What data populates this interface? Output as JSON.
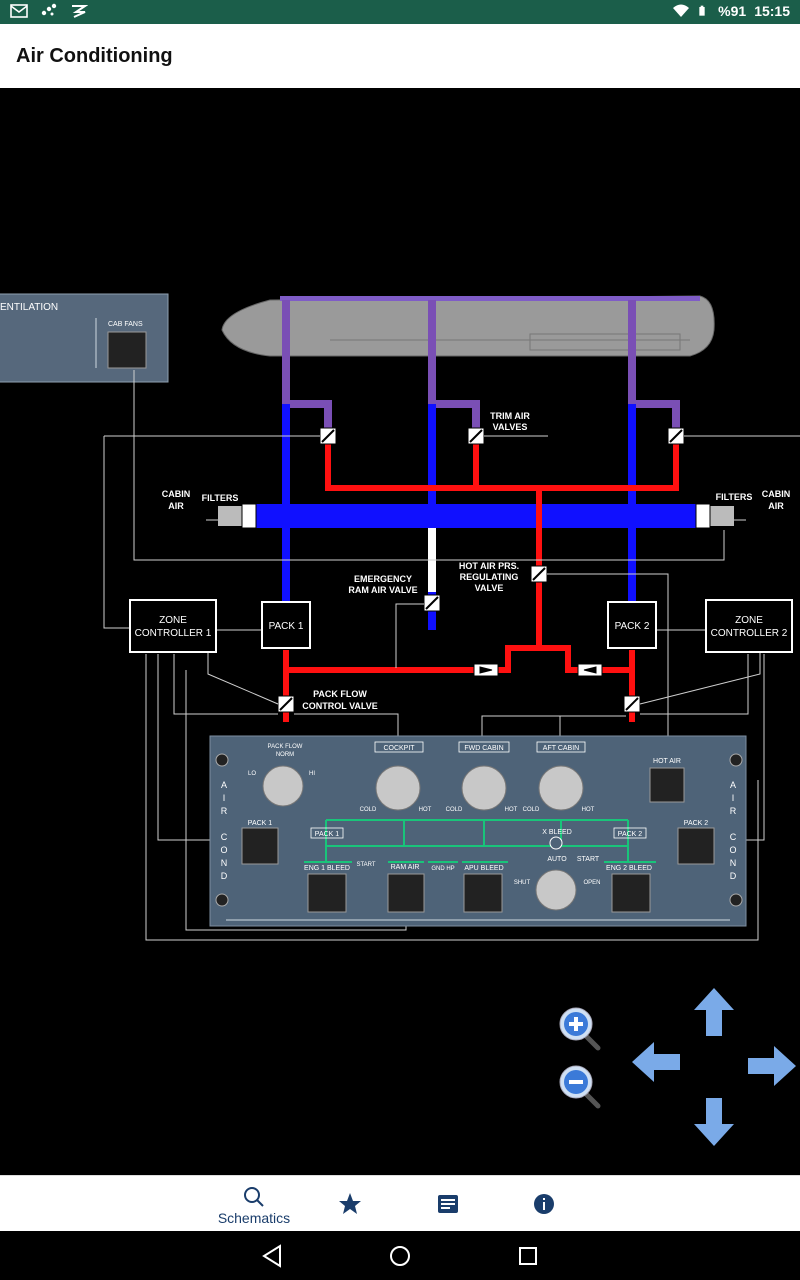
{
  "status_bar": {
    "battery": "%91",
    "time": "15:15",
    "icons": [
      "gmail-icon",
      "signal-dots-icon",
      "gesture-icon",
      "wifi-icon",
      "battery-icon"
    ]
  },
  "app_bar": {
    "title": "Air Conditioning"
  },
  "schematic": {
    "ventilation_panel": {
      "title": "ENTILATION",
      "cab_fans_label": "CAB FANS"
    },
    "labels": {
      "trim_air_valves": [
        "TRIM AIR",
        "VALVES"
      ],
      "cabin_air_left": [
        "CABIN",
        "AIR"
      ],
      "cabin_air_right": [
        "CABIN",
        "AIR"
      ],
      "filters_left": "FILTERS",
      "filters_right": "FILTERS",
      "emergency_ram_air_valve": [
        "EMERGENCY",
        "RAM AIR VALVE"
      ],
      "hot_air_prs_regulating_valve": [
        "HOT AIR PRS.",
        "REGULATING",
        "VALVE"
      ],
      "zone_controller_1": [
        "ZONE",
        "CONTROLLER 1"
      ],
      "zone_controller_2": [
        "ZONE",
        "CONTROLLER 2"
      ],
      "pack_1": "PACK 1",
      "pack_2": "PACK 2",
      "pack_flow_control_valve": [
        "PACK FLOW",
        "CONTROL VALVE"
      ]
    },
    "overhead_panel": {
      "side_label": [
        "A",
        "I",
        "R",
        "C",
        "O",
        "N",
        "D"
      ],
      "pack_flow": "PACK FLOW",
      "pack_flow_norm": "NORM",
      "pack_flow_lo": "LO",
      "pack_flow_hi": "HI",
      "cockpit": "COCKPIT",
      "fwd_cabin": "FWD CABIN",
      "aft_cabin": "AFT CABIN",
      "cold": "COLD",
      "hot": "HOT",
      "hot_air": "HOT AIR",
      "pack_1": "PACK 1",
      "pack_2": "PACK 2",
      "pack_1_tag": "PACK 1",
      "pack_2_tag": "PACK 2",
      "x_bleed": "X BLEED",
      "auto": "AUTO",
      "shut": "SHUT",
      "open": "OPEN",
      "start_left": "START",
      "start_right": "START",
      "eng_1_bleed": "ENG 1 BLEED",
      "ram_air": "RAM AIR",
      "gnd_hp": "GND HP",
      "apu_bleed": "APU BLEED",
      "eng_2_bleed": "ENG 2 BLEED"
    }
  },
  "map_controls": {
    "icons": [
      "zoom-in-icon",
      "zoom-out-icon",
      "arrow-up-icon",
      "arrow-left-icon",
      "arrow-right-icon",
      "arrow-down-icon"
    ]
  },
  "bottom_nav": {
    "items": [
      {
        "label": "Schematics",
        "icon": "search-icon",
        "active": true
      },
      {
        "label": "",
        "icon": "star-icon"
      },
      {
        "label": "",
        "icon": "notes-icon"
      },
      {
        "label": "",
        "icon": "info-icon"
      }
    ]
  },
  "colors": {
    "status_bar": "#1b5e4a",
    "cold_duct": "#1010ff",
    "hot_duct": "#ff1010",
    "mixed_duct": "#7a4fb5",
    "panel": "#4e6378",
    "panel_green": "#19c47a",
    "nav_accent": "#1a3d6b",
    "arrow_blue": "#7aaae8"
  }
}
